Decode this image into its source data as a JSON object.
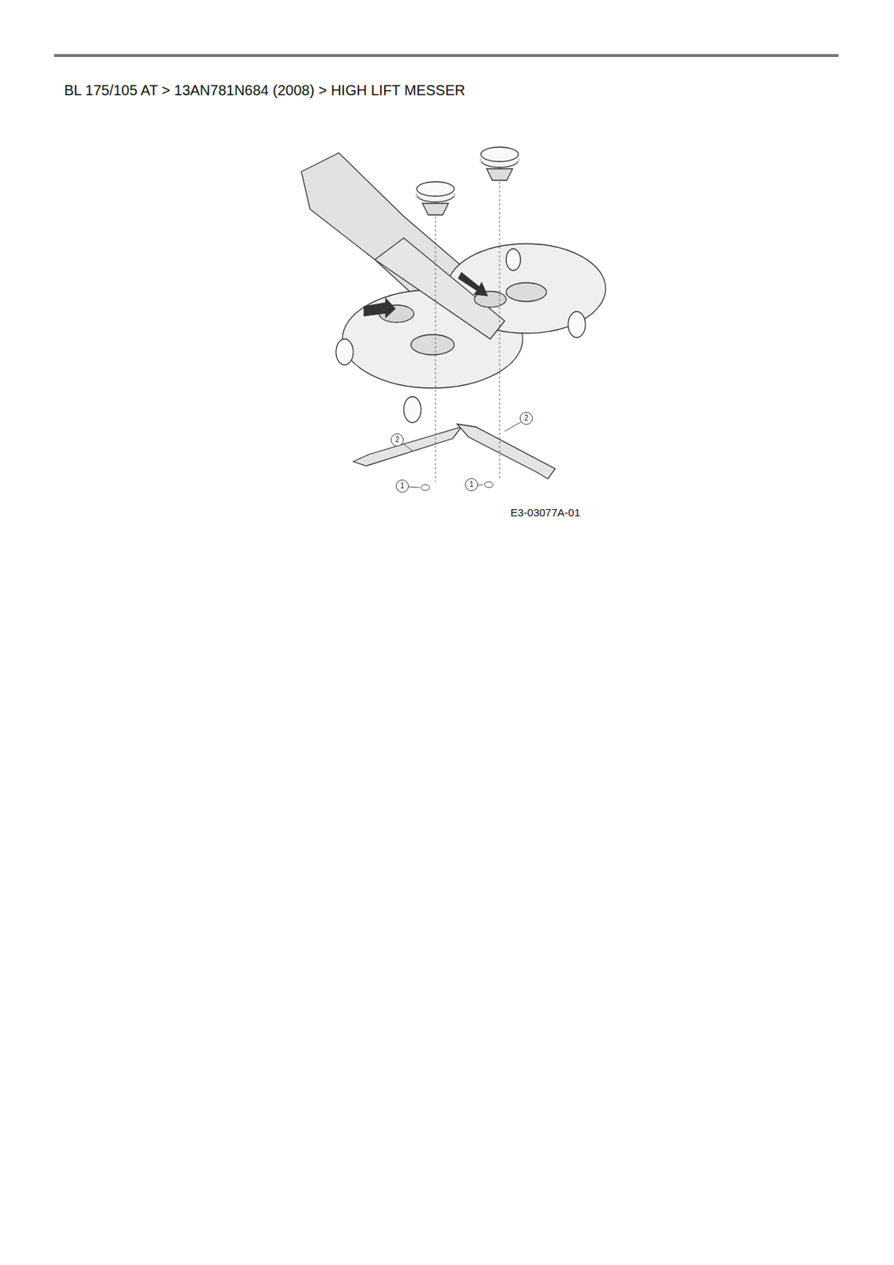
{
  "diagram": {
    "title": "BL 175/105 AT  >  13AN781N684 (2008)  >  HIGH LIFT MESSER",
    "nodes": [
      {
        "text": [
          "2"
        ]
      },
      {
        "text": [
          "2"
        ]
      },
      {
        "text": [
          "1"
        ]
      },
      {
        "text": [
          "1"
        ]
      }
    ],
    "labels": [
      "E3-03077A-01"
    ]
  }
}
